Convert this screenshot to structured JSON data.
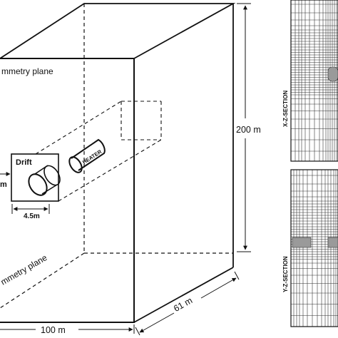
{
  "labels": {
    "symmetry_plane_top": "mmetry plane",
    "symmetry_plane_bottom": "mmetry plane",
    "height": "200 m",
    "width": "100 m",
    "depth": "61 m",
    "drift": "Drift",
    "heater": "HEATER",
    "drift_diameter": "4.5m",
    "left_dim_fragment": "m",
    "xz_section": "X-Z-SECTION",
    "yz_section": "Y-Z-SECTION"
  },
  "colors": {
    "line": "#111111",
    "grid": "#333333",
    "heater_fill": "#9a9a9a",
    "background": "#ffffff"
  }
}
